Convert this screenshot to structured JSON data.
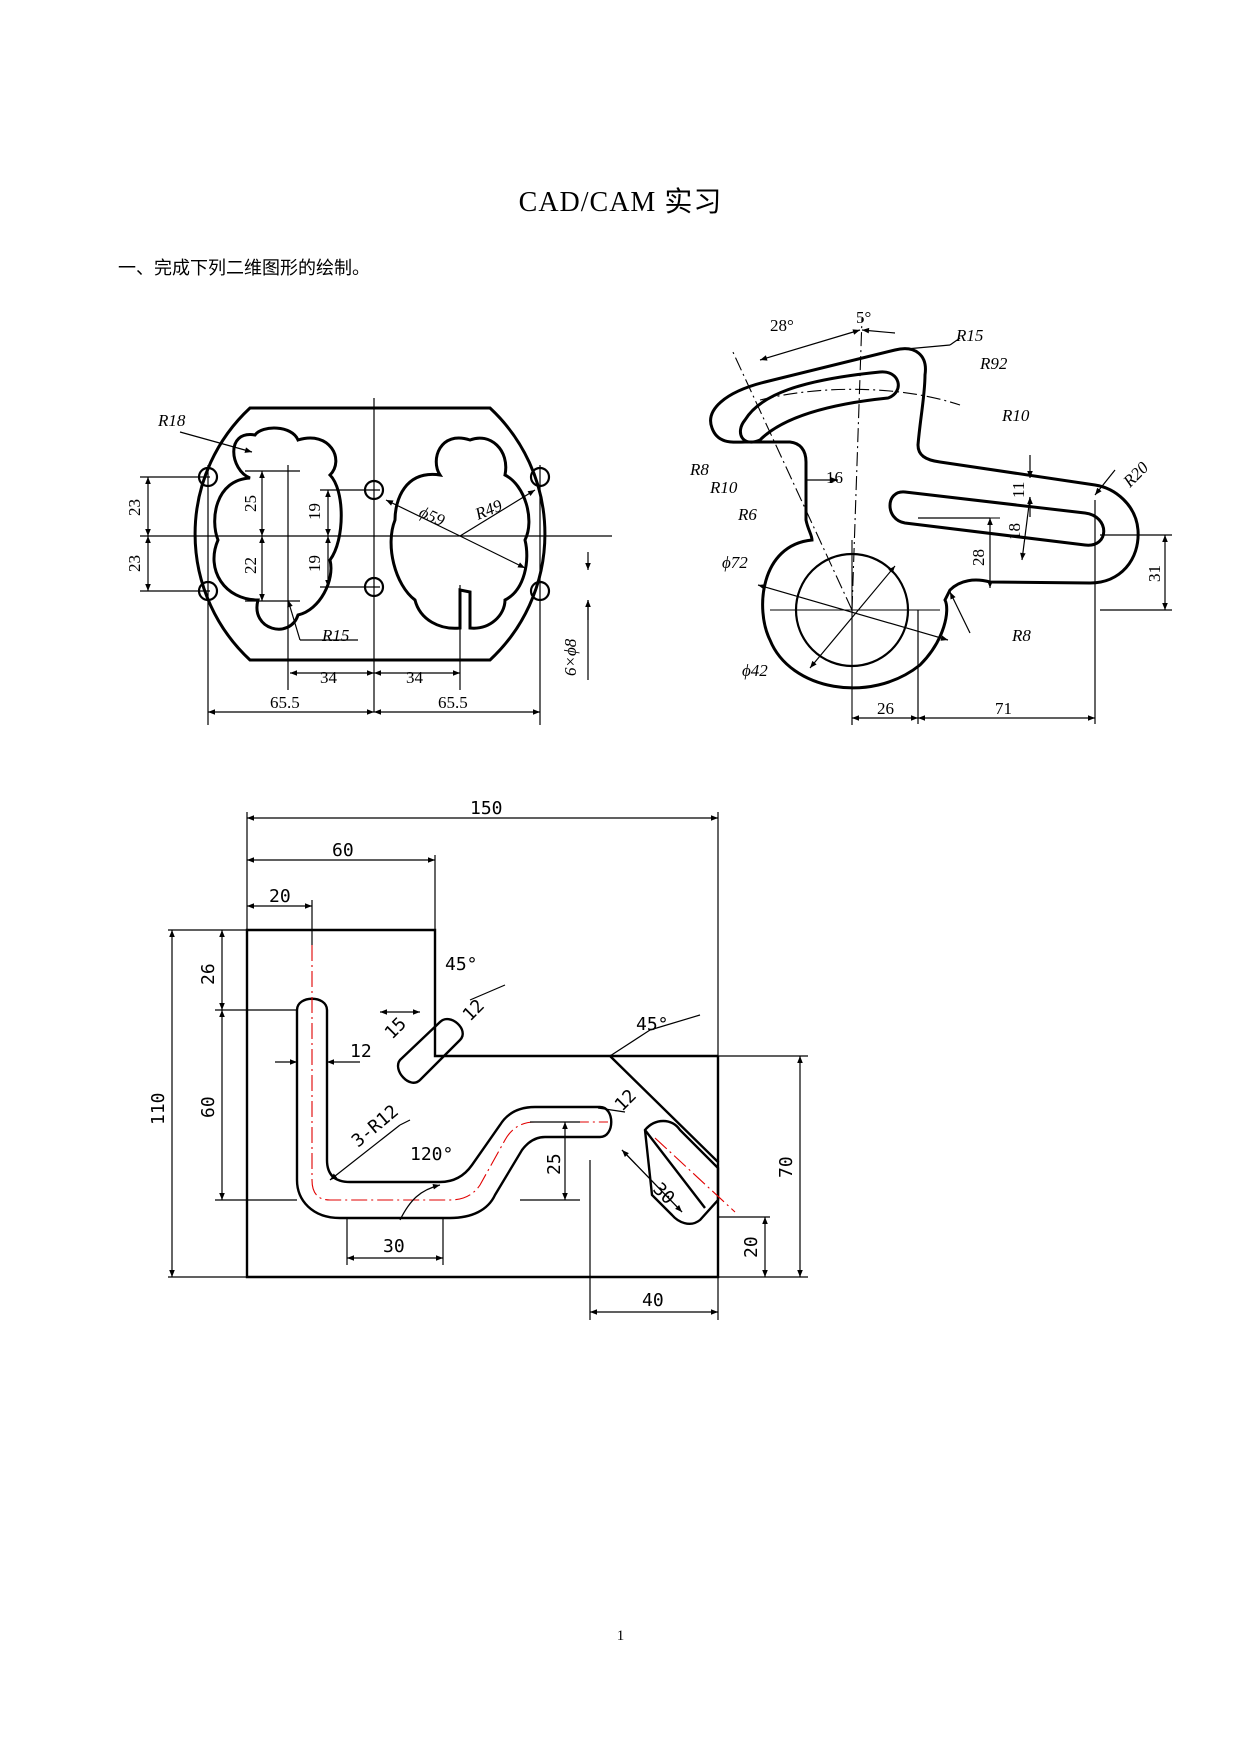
{
  "document": {
    "title": "CAD/CAM 实习",
    "section_heading": "一、完成下列二维图形的绘制。",
    "page_number": "1"
  },
  "drawing1": {
    "labels": {
      "r18": "R18",
      "r15": "R15",
      "phi59": "ϕ59",
      "r49": "R49",
      "holes": "6×ϕ8",
      "d23a": "23",
      "d23b": "23",
      "d25": "25",
      "d22": "22",
      "d19a": "19",
      "d19b": "19",
      "d34a": "34",
      "d34b": "34",
      "d655a": "65.5",
      "d655b": "65.5"
    }
  },
  "drawing2": {
    "labels": {
      "a28": "28°",
      "a5": "5°",
      "r15": "R15",
      "r92": "R92",
      "r10a": "R10",
      "r8a": "R8",
      "r10b": "R10",
      "d16": "16",
      "r6": "R6",
      "r20": "R20",
      "d11": "11",
      "d18": "18",
      "d28": "28",
      "d31": "31",
      "phi72": "ϕ72",
      "r8b": "R8",
      "phi42": "ϕ42",
      "d26": "26",
      "d71": "71"
    }
  },
  "drawing3": {
    "labels": {
      "d150": "150",
      "d60top": "60",
      "d20top": "20",
      "a45a": "45°",
      "a45b": "45°",
      "d15": "15",
      "d12a": "12",
      "d12b": "12",
      "d12c": "12",
      "r12": "3-R12",
      "a120": "120°",
      "d25": "25",
      "d30a": "30",
      "d30b": "30",
      "d40": "40",
      "d110": "110",
      "d26": "26",
      "d60left": "60",
      "d70": "70",
      "d20right": "20"
    }
  }
}
